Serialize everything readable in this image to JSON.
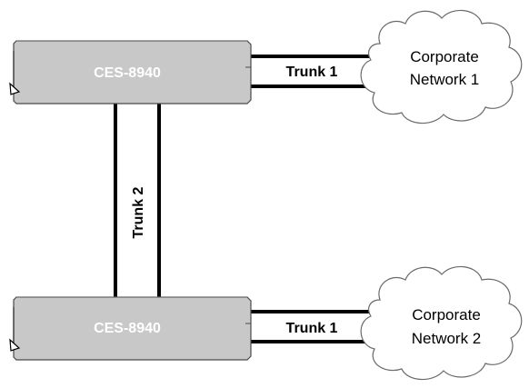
{
  "devices": [
    {
      "label": "CES-8940"
    },
    {
      "label": "CES-8940"
    }
  ],
  "trunks": {
    "top": "Trunk 1",
    "vertical": "Trunk 2",
    "bottom": "Trunk 1"
  },
  "clouds": [
    {
      "line1": "Corporate",
      "line2": "Network 1"
    },
    {
      "line1": "Corporate",
      "line2": "Network 2"
    }
  ],
  "colors": {
    "chassis": "#c8c8c8",
    "chassis_label": "#ffffff",
    "line": "#000000"
  }
}
